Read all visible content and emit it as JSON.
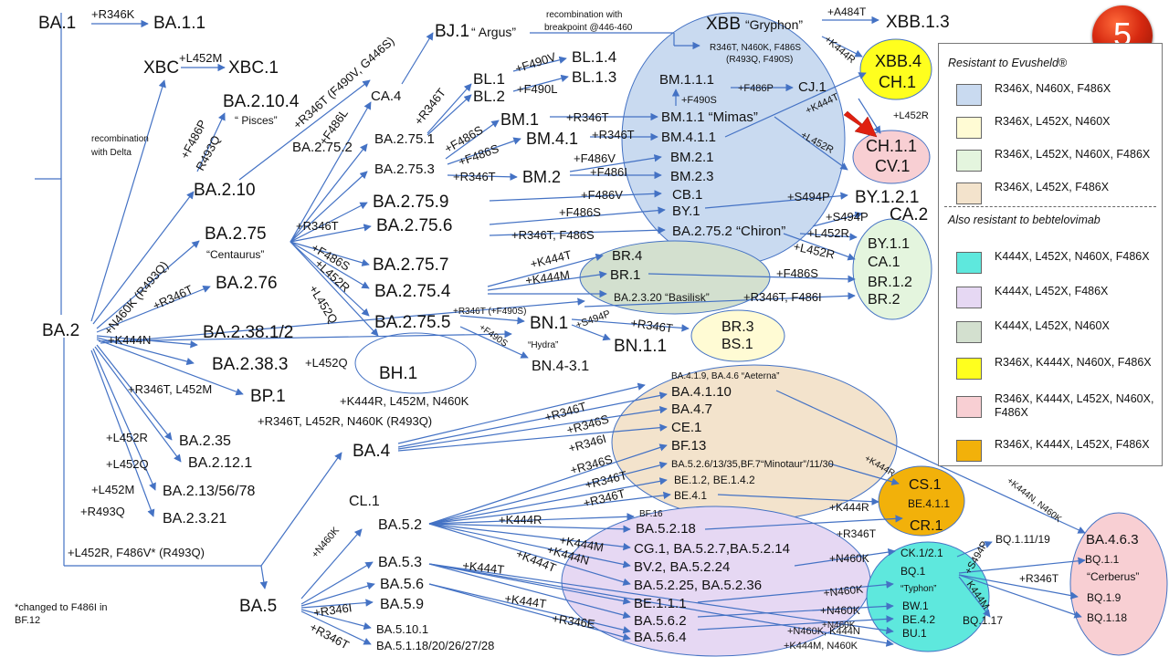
{
  "badge": "5",
  "footnote": [
    "*changed to F486I in",
    "BF.12"
  ],
  "legend": {
    "title_evusheld": "Resistant to Evusheld®",
    "title_bebtelovimab": "Also resistant to bebtelovimab",
    "entries": [
      {
        "color": "#c9daf0",
        "label": "R346X, N460X, F486X"
      },
      {
        "color": "#fffbd4",
        "label": "R346X, L452X, N460X"
      },
      {
        "color": "#e4f5de",
        "label": "R346X, L452X, N460X, F486X"
      },
      {
        "color": "#f3e3cc",
        "label": "R346X, L452X, F486X"
      },
      {
        "color": "#5ee8dd",
        "label": "K444X, L452X, N460X, F486X"
      },
      {
        "color": "#e6d8f3",
        "label": "K444X, L452X, F486X"
      },
      {
        "color": "#d3e0cf",
        "label": "K444X, L452X, N460X"
      },
      {
        "color": "#ffff1e",
        "label": "R346X, K444X, N460X, F486X"
      },
      {
        "color": "#f8cfd3",
        "label": "R346X, K444X, L452X, N460X, F486X"
      },
      {
        "color": "#f2b10a",
        "label": "R346X, K444X, L452X, F486X"
      }
    ]
  },
  "diagram": {
    "nodes": {
      "ba1": "BA.1",
      "ba11": "BA.1.1",
      "xbc": "XBC",
      "xbc1": "XBC.1",
      "ba2104": "BA.2.10.4",
      "pisces": "“ Pisces”",
      "ba210": "BA.2.10",
      "ba2": "BA.2",
      "ba275": "BA.2.75",
      "centaurus": "“Centaurus”",
      "ba276": "BA.2.76",
      "ba2381": "BA.2.38.1/2",
      "ba2383": "BA.2.38.3",
      "bp1": "BP.1",
      "ba2357": "BA.2.75.7",
      "bh1": "BH.1",
      "ba235": "BA.2.35",
      "ba2121": "BA.2.12.1",
      "ba213": "BA.2.13/56/78",
      "ba2321": "BA.2.3.21",
      "ba4": "BA.4",
      "ba5": "BA.5",
      "bj1": "BJ.1",
      "argus": "“ Argus”",
      "xbb": "XBB",
      "gryphon": "“Gryphon”",
      "xbb13": "XBB.1.3",
      "xbb_subs": "R346T, N460K, F486S",
      "xbb_subs2": "(R493Q, F490S)",
      "ca4": "CA.4",
      "ba2752": "BA.2.75.2",
      "ba2751": "BA.2.75.1",
      "ba2753": "BA.2.75.3",
      "bl1": "BL.1",
      "bl2": "BL.2",
      "bl14": "BL.1.4",
      "bl13": "BL.1.3",
      "bm1": "BM.1",
      "bm41": "BM.4.1",
      "bm2": "BM.2",
      "bm111": "BM.1.1.1",
      "cj1": "CJ.1",
      "bm11": "BM.1.1 “Mimas”",
      "bm411": "BM.4.1.1",
      "bm21": "BM.2.1",
      "bm23": "BM.2.3",
      "ba2759": "BA.2.75.9",
      "ba2756": "BA.2.75.6",
      "cb1": "CB.1",
      "by1": "BY.1",
      "chiron": "BA.2.75.2 “Chiron”",
      "xbb4": "XBB.4",
      "ch1a": "CH.1",
      "ch11": "CH.1.1",
      "cv1": "CV.1",
      "by121": "BY.1.2.1",
      "ca2": "CA.2",
      "by11": "BY.1.1",
      "ca1": "CA.1",
      "br12": "BR.1.2",
      "br2": "BR.2",
      "ba2757b": "BA.2.75.7",
      "ba2754": "BA.2.75.4",
      "ba2755": "BA.2.75.5",
      "br4": "BR.4",
      "br1": "BR.1",
      "basilisk": "BA.2.3.20 “Basilisk”",
      "bn1": "BN.1",
      "hydra": "“Hydra”",
      "bn11": "BN.1.1",
      "bn431": "BN.4-3.1",
      "br3": "BR.3",
      "bs1": "BS.1",
      "aeterna": "BA.4.1.9, BA.4.6 “Aeterna”",
      "ba4110": "BA.4.1.10",
      "ba47": "BA.4.7",
      "ce1": "CE.1",
      "bf13": "BF.13",
      "minotaur": "BA.5.2.6/13/35,BF.7“Minotaur”/11/30",
      "be12": "BE.1.2, BE.1.4.2",
      "be41": "BE.4.1",
      "cs1": "CS.1",
      "be411": "BE.4.1.1",
      "cr1": "CR.1",
      "ba463": "BA.4.6.3",
      "bq11": "BQ.1.1",
      "cerberus": "“Cerberus”",
      "bq19": "BQ.1.9",
      "bq118": "BQ.1.18",
      "bq1119": "BQ.1.11/19",
      "ck1": "CK.1/2.1",
      "bq1": "BQ.1",
      "typhon": "“Typhon”",
      "bw1": "BW.1",
      "be42": "BE.4.2",
      "bu1": "BU.1",
      "bq117": "BQ.1.17",
      "cl1": "CL.1",
      "ba52": "BA.5.2",
      "ba53": "BA.5.3",
      "ba56": "BA.5.6",
      "ba59": "BA.5.9",
      "ba5101": "BA.5.10.1",
      "ba5118": "BA.5.1.18/20/26/27/28",
      "bf16": "BF.16",
      "ba5218": "BA.5.2.18",
      "cg1": "CG.1, BA.5.2.7,BA.5.2.14",
      "bv2": "BV.2, BA.5.2.24",
      "ba5225": "BA.5.2.25, BA.5.2.36",
      "be111": "BE.1.1.1",
      "ba562": "BA.5.6.2",
      "ba564": "BA.5.6.4"
    },
    "edge_labels": {
      "r346k": "+R346K",
      "l452m_xbc": "+L452M",
      "recomb_delta1": "recombination",
      "recomb_delta2": "with Delta",
      "f486p": "+F486P",
      "r493q": "R493Q",
      "r346t_bj": "+R346T (F490V, G446S)",
      "recomb_bp1": "recombination with",
      "recomb_bp2": "breakpoint @446-460",
      "a484t": "+A484T",
      "k444r_xbb": "+K444R",
      "f486l": "+F486L",
      "r346t_bl": "+R346T",
      "f490v": "+F490V",
      "f490l": "+F490L",
      "f486s_a": "+F486S",
      "f486s_b": "+F486S",
      "r346t_bm": "+R346T",
      "r346t_bm4": "+R346T",
      "r346t_bm2": "+R346T",
      "f490s": "+F490S",
      "f486p_cj": "+F486P",
      "f486v_bm": "+F486V",
      "f486i_bm": "+F486I",
      "k444t_bm": "+K444T",
      "l452r_ch": "+L452R",
      "l452r_top": "+L452R",
      "r346t_275": "+R346T",
      "f486v_cb": "+F486V",
      "f486s_by": "+F486S",
      "r346t_f486s": "+R346T, F486S",
      "s494p_a": "+S494P",
      "s494p_b": "+S494P",
      "l452r_chiron": "+L452R",
      "l452r_chiron2": "+L452R",
      "f486s_7": "+F486S",
      "l452r_4": "+L452R",
      "l452q_5": "+L452Q",
      "k444t_br": "+K444T",
      "k444m_br": "+K444M",
      "f486s_br": "+F486S",
      "r346t_f486i": "+R346T, F486I",
      "r346t_bn": "+R346T  (+F490S)",
      "f490s_bn": "+F490S",
      "s494p_bn": "+S494P",
      "r346t_br3": "+R346T",
      "n460k_r493q": "+N460K (R493Q)",
      "r346t_276": "+R346T",
      "k444n": "+K444N",
      "l452q_383": "+L452Q",
      "r346t_l452m": "+R346T, L452M",
      "k444r_l452m": "+K444R, L452M, N460K",
      "r346t_l452r": "+R346T, L452R, N460K (R493Q)",
      "l452r_235": "+L452R",
      "l452q_2121": "+L452Q",
      "l452m_213": "+L452M",
      "r493q_2321": "+R493Q",
      "l452r_f486v": "+L452R, F486V* (R493Q)",
      "n460k_cl": "+N460K",
      "r346t_ba4a": "+R346T",
      "r346s_a": "+R346S",
      "r346i_a": "+R346I",
      "r346s_b": "+R346S",
      "r346t_b": "+R346T",
      "r346t_c": "+R346T",
      "k444r_52": "+K444R",
      "k444m_52": "+K444M",
      "k444n_52": "+K444N",
      "k444t_53": "+K444T",
      "k444t_53b": "+K444T",
      "k444t_56": "+K444T",
      "r346e": "+R346E",
      "r346i_59": "+R346I",
      "r346t_510": "+R346T",
      "k444r_cs": "+K444R",
      "k444r_be": "+K444R",
      "r346t_cr": "+R346T",
      "n460k_ck": "+N460K",
      "n460k_bq": "+N460K",
      "n460k_bw": "+N460K",
      "n460k_be42": "+N460K",
      "n460k_k444n": "+N460K, K444N",
      "k444m_n460k": "+K444M, N460K",
      "k444n_n460k": "+K444N, N460K",
      "s494p_bq": "+S494P",
      "k444m_bq": "K444M",
      "r346t_bq": "+R346T"
    }
  }
}
